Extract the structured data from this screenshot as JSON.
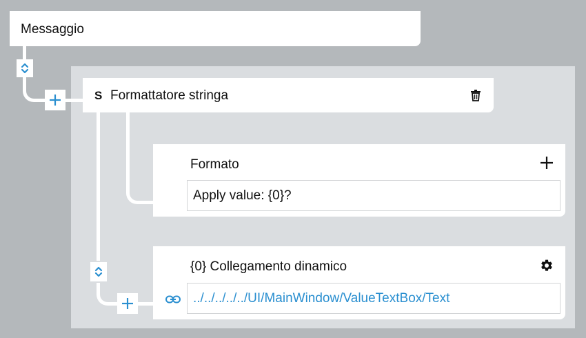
{
  "message_block": {
    "title": "Messaggio"
  },
  "formatter_block": {
    "type_badge": "S",
    "title": "Formattatore stringa",
    "delete_icon": "trash-icon"
  },
  "format_block": {
    "title": "Formato",
    "add_icon": "plus-icon",
    "value": "Apply value: {0}?"
  },
  "binding_block": {
    "title": "{0} Collegamento dinamico",
    "settings_icon": "gear-icon",
    "link_icon": "chain-link-icon",
    "path": "../../../../../UI/MainWindow/ValueTextBox/Text"
  },
  "colors": {
    "accent": "#2a8fd0",
    "background": "#b4b8bb",
    "panel": "#dadde0",
    "card": "#ffffff"
  }
}
